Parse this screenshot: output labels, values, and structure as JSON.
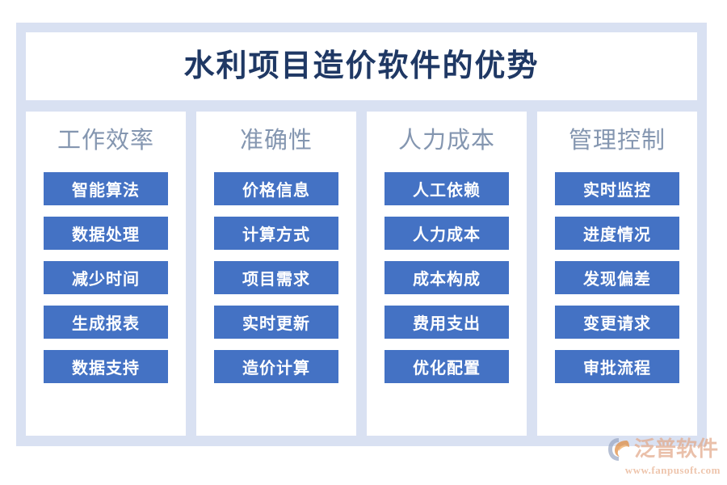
{
  "title": "水利项目造价软件的优势",
  "colors": {
    "frame_background": "#d9e1f2",
    "card_background": "#ffffff",
    "title_text": "#1f3864",
    "column_header_text": "#8496b0",
    "chip_background": "#4472c4",
    "chip_text": "#ffffff",
    "logo_text": "#e2a98a"
  },
  "columns": [
    {
      "header": "工作效率",
      "items": [
        "智能算法",
        "数据处理",
        "减少时间",
        "生成报表",
        "数据支持"
      ]
    },
    {
      "header": "准确性",
      "items": [
        "价格信息",
        "计算方式",
        "项目需求",
        "实时更新",
        "造价计算"
      ]
    },
    {
      "header": "人力成本",
      "items": [
        "人工依赖",
        "人力成本",
        "成本构成",
        "费用支出",
        "优化配置"
      ]
    },
    {
      "header": "管理控制",
      "items": [
        "实时监控",
        "进度情况",
        "发现偏差",
        "变更请求",
        "审批流程"
      ]
    }
  ],
  "logo": {
    "name": "泛普软件",
    "url": "www.fanpusoft.com",
    "mark_icon": "fanpu-swoosh-icon"
  }
}
